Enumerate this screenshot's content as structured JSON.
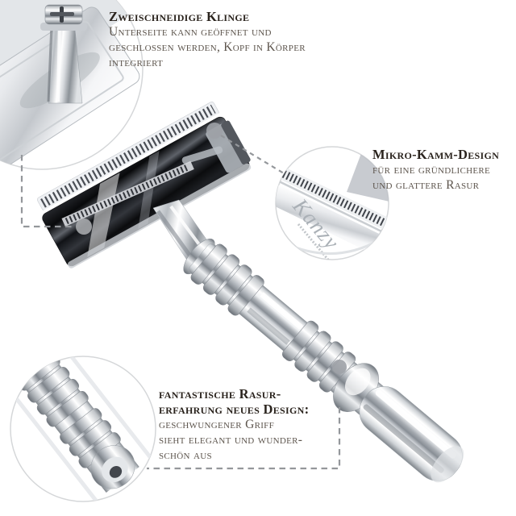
{
  "callouts": {
    "top": {
      "heading": "Zweischneidige Klinge",
      "body_lines": [
        "Unterseite kann geöffnet und",
        "geschlossen werden, Kopf in Körper",
        "integriert"
      ]
    },
    "right": {
      "heading": "Mikro-Kamm-Design",
      "body_lines": [
        "für eine gründlichere",
        "und glattere Rasur"
      ]
    },
    "bottom": {
      "heading_lines": [
        "fantastische Rasur-",
        "erfahrung neues Design:"
      ],
      "body_lines": [
        "geschwungener Griff",
        "sieht elegant und wunder-",
        "schön aus"
      ]
    }
  },
  "engraving": {
    "brand_script": "Kanzy"
  },
  "colors": {
    "background": "#ffffff",
    "heading_text": "#2a231d",
    "body_text": "#5d554d",
    "leader_line": "#94979b",
    "chrome_dark_head": "#0c0d10",
    "chrome_light": "#f2f3f5",
    "engraving_gray": "#aab0b6"
  }
}
